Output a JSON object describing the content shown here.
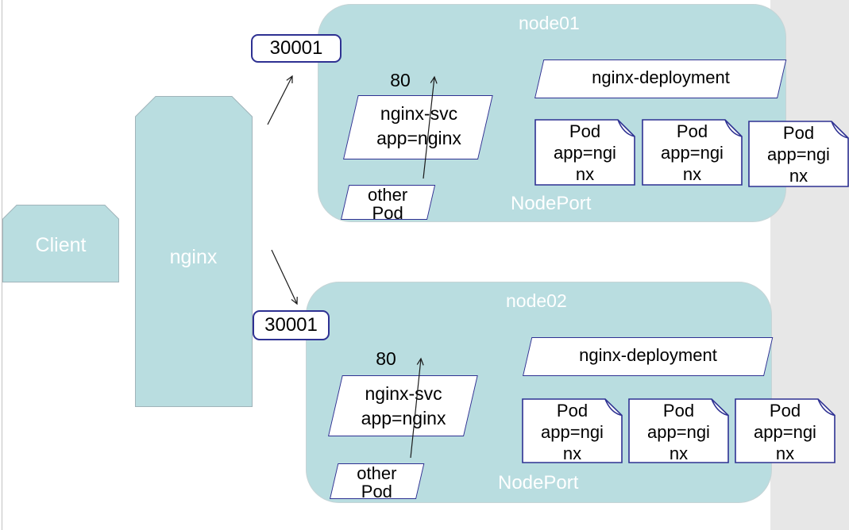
{
  "colors": {
    "node_fill_teal": "#b9dde0",
    "shape_border_blue": "#2e3192",
    "node_label_white": "#ffffff",
    "right_strip_gray": "#e7e7e7",
    "arrow_black": "#1a1a1a"
  },
  "client": {
    "label": "Client"
  },
  "gateway": {
    "label": "nginx"
  },
  "node01": {
    "title": "node01",
    "nodeport_label": "NodePort",
    "external_port": "30001",
    "service_port": "80",
    "service": "nginx-svc\napp=nginx",
    "other_pod": "other\nPod",
    "deployment": "nginx-deployment",
    "pods": [
      "Pod\napp=ngi\nnx",
      "Pod\napp=ngi\nnx",
      "Pod\napp=ngi\nnx"
    ]
  },
  "node02": {
    "title": "node02",
    "nodeport_label": "NodePort",
    "external_port": "30001",
    "service_port": "80",
    "service": "nginx-svc\napp=nginx",
    "other_pod": "other\nPod",
    "deployment": "nginx-deployment",
    "pods": [
      "Pod\napp=ngi\nnx",
      "Pod\napp=ngi\nnx",
      "Pod\napp=ngi\nnx"
    ]
  }
}
